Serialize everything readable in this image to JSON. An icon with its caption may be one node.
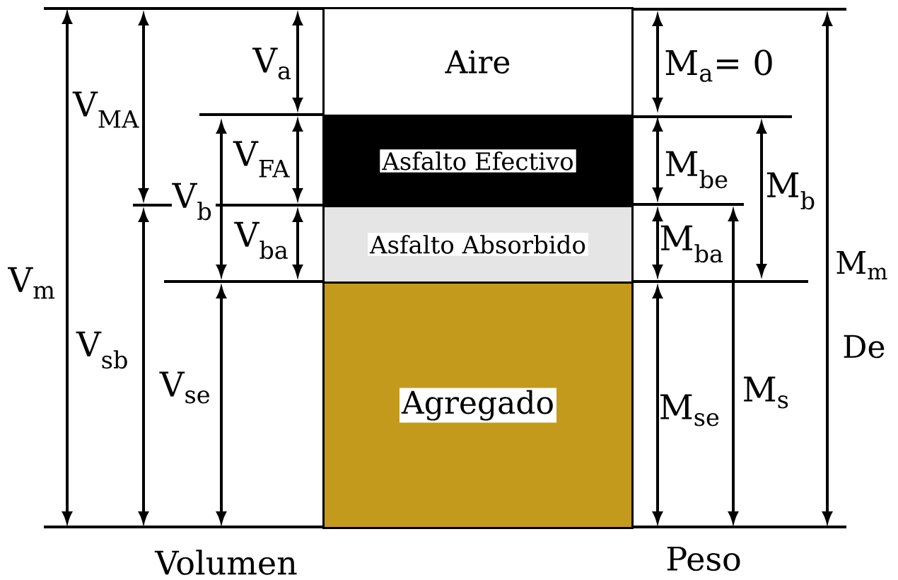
{
  "diagram": {
    "nodes": [
      {
        "text": [
          "Aire"
        ]
      },
      {
        "text": [
          "Asfalto Efectivo"
        ]
      },
      {
        "text": [
          "Asfalto Absorbido"
        ]
      },
      {
        "text": [
          "Agregado"
        ]
      }
    ],
    "labels": [
      "V$_{a}$",
      "M$_{a}$= 0",
      "V$_{MA}$",
      "V$_{b}$",
      "V$_{FA}$",
      "M$_{be}$",
      "M$_{b}$",
      "V$_{ba}$",
      "M$_{ba}$",
      "V$_{m}$",
      "M$_{m}$",
      "De",
      "V$_{sb}$",
      "V$_{se}$",
      "M$_{s}$",
      "M$_{se}$",
      "Volumen",
      "Peso"
    ]
  }
}
